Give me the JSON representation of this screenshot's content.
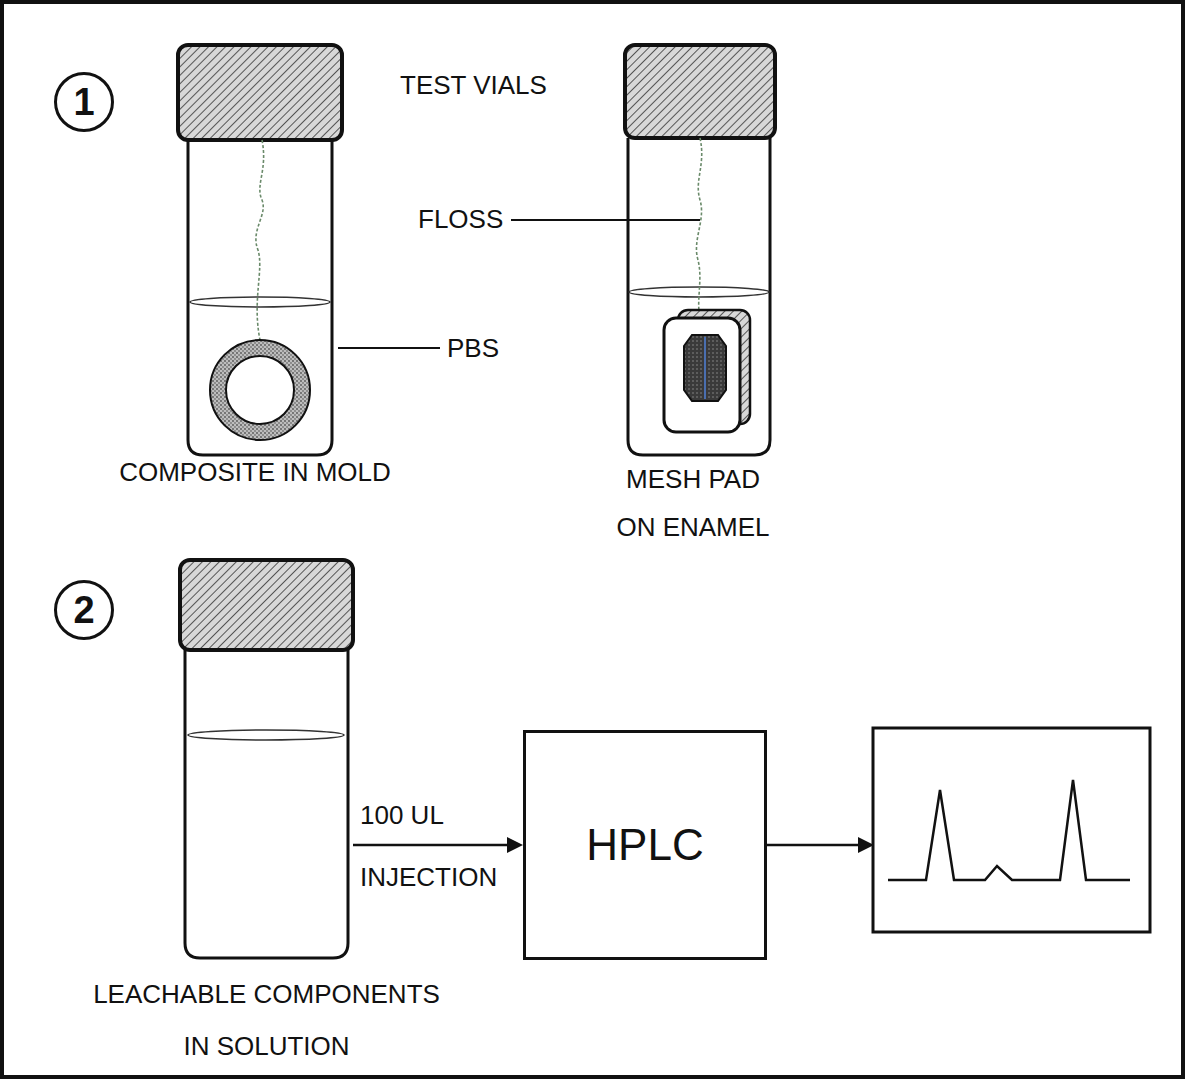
{
  "diagram": {
    "nodes": [
      {
        "text": [
          "1"
        ]
      },
      {
        "text": [
          "2"
        ]
      },
      {
        "text": [
          "LEACHABLE COMPONENTS IN SOLUTION"
        ]
      },
      {
        "text": [
          "HPLC"
        ]
      }
    ],
    "edges": [
      {
        "from": 2,
        "to": 3,
        "arrow": "to",
        "label": "100 UL INJECTION"
      }
    ],
    "labels": [
      "TEST VIALS",
      "FLOSS",
      "PBS",
      "COMPOSITE IN MOLD",
      "MESH PAD ON ENAMEL"
    ]
  }
}
